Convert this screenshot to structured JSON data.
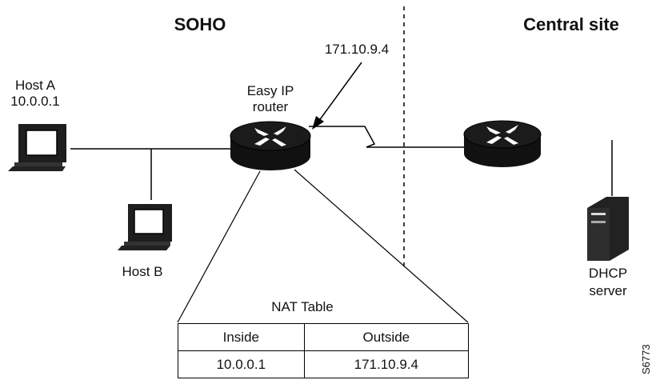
{
  "regions": {
    "left": "SOHO",
    "right": "Central site"
  },
  "hosts": {
    "a_name": "Host A",
    "a_ip": "10.0.0.1",
    "b_name": "Host B"
  },
  "router": {
    "label_line1": "Easy IP",
    "label_line2": "router",
    "wan_ip": "171.10.9.4"
  },
  "server": {
    "line1": "DHCP",
    "line2": "server"
  },
  "nat_table": {
    "title": "NAT Table",
    "headers": [
      "Inside",
      "Outside"
    ],
    "rows": [
      [
        "10.0.0.1",
        "171.10.9.4"
      ]
    ]
  },
  "figure_id": "S6773"
}
